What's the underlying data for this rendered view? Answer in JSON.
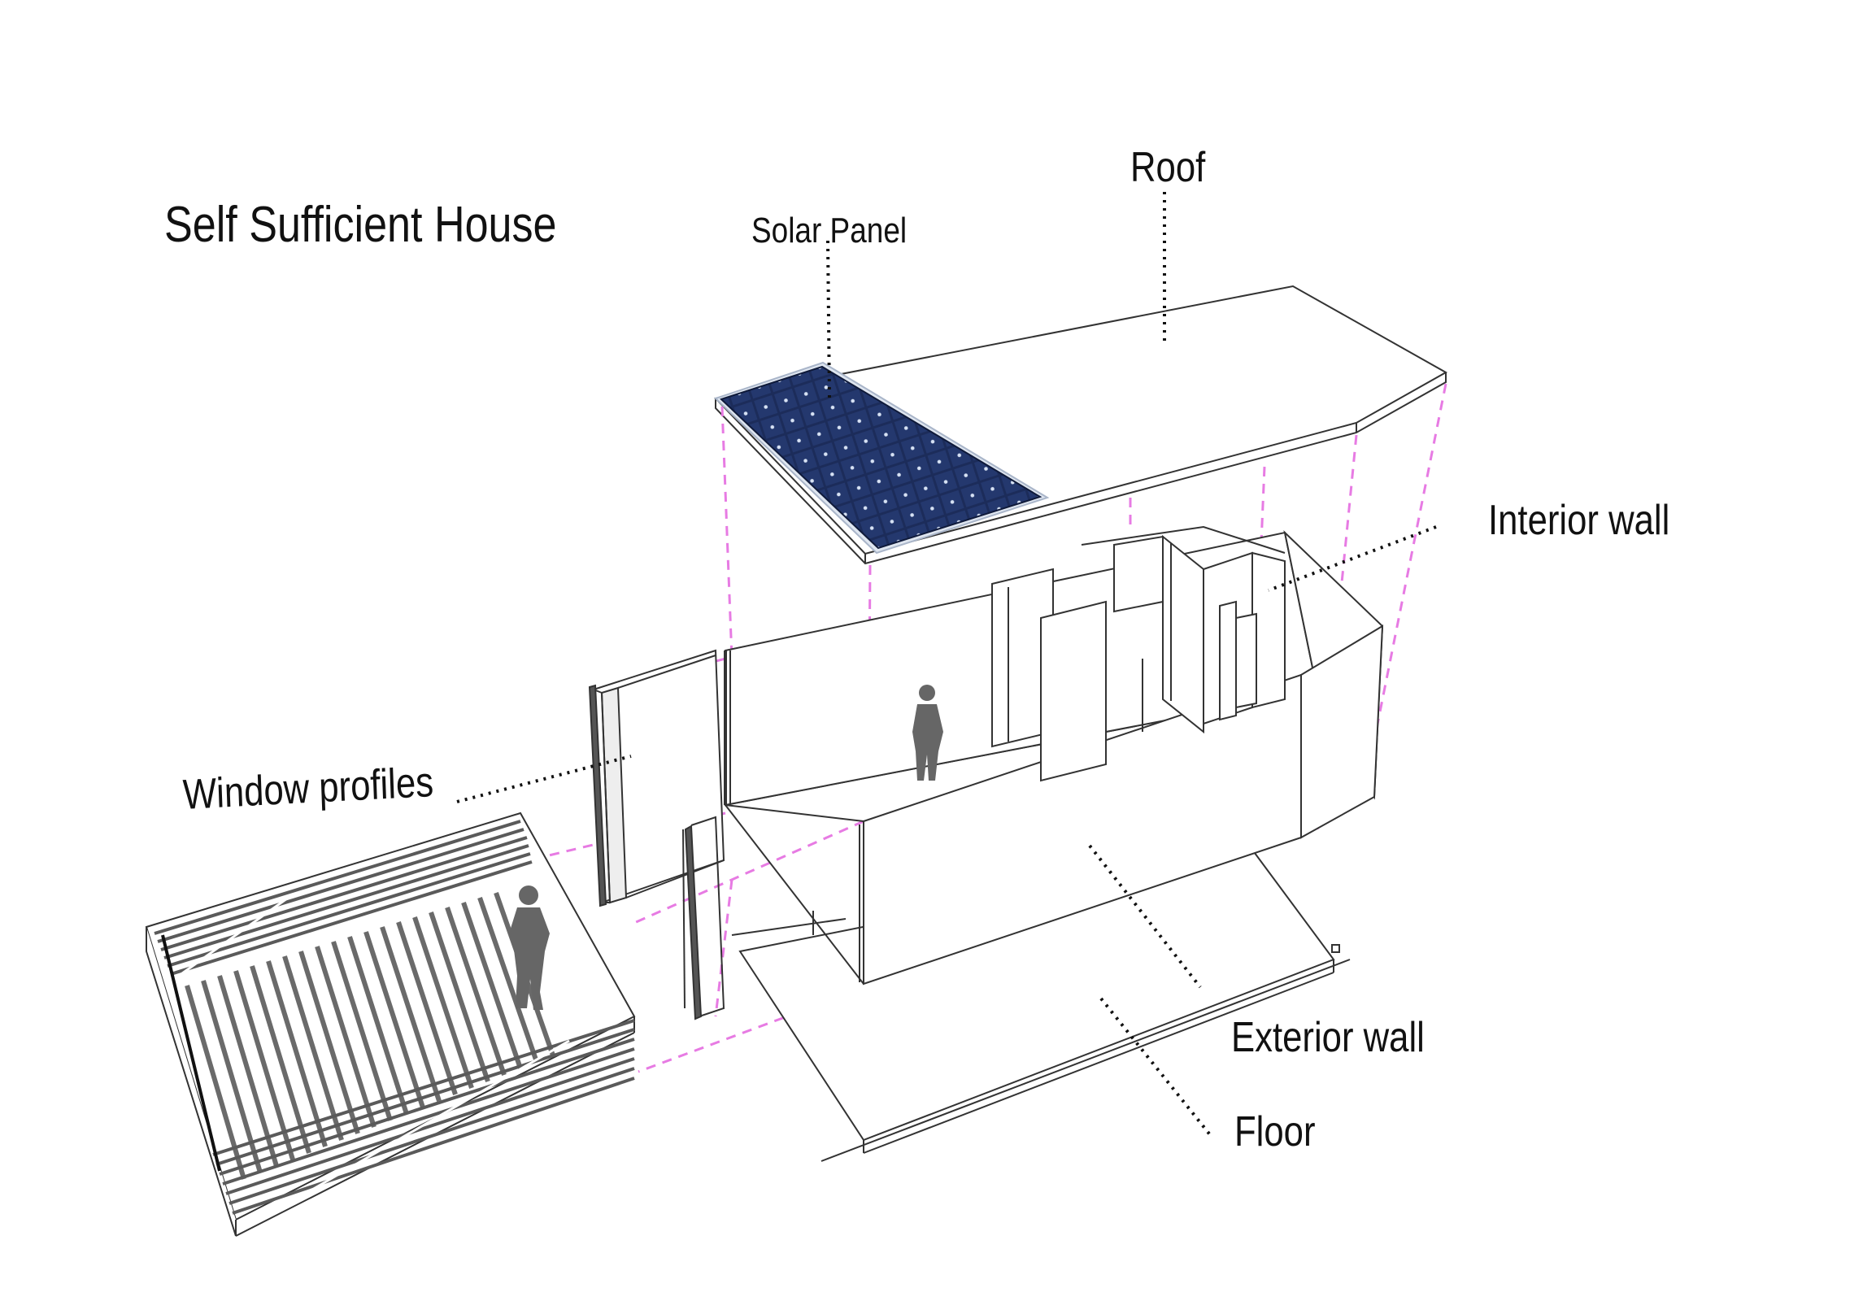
{
  "title": "Self Sufficient House",
  "labels": {
    "solar_panel": "Solar Panel",
    "roof": "Roof",
    "interior_wall": "Interior wall",
    "window_profiles": "Window profiles",
    "exterior_wall": "Exterior wall",
    "floor": "Floor"
  },
  "colors": {
    "outline": "#333333",
    "alignment_guides": "#e77be3",
    "leader_lines": "#111111",
    "solar_cells": "#1c2c5a",
    "person_silhouette": "#666666",
    "deck_slats": "#5a5a5a"
  }
}
